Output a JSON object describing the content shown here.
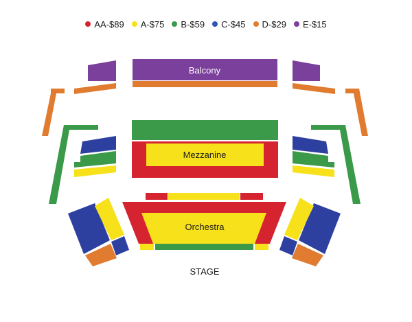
{
  "legend": {
    "items": [
      {
        "label": "AA-$89",
        "color": "#d52330"
      },
      {
        "label": "A-$75",
        "color": "#f7e11a"
      },
      {
        "label": "B-$59",
        "color": "#3a9a4a"
      },
      {
        "label": "C-$45",
        "color": "#2d58b0"
      },
      {
        "label": "D-$29",
        "color": "#e07b30"
      },
      {
        "label": "E-$15",
        "color": "#7b3f9c"
      }
    ]
  },
  "sections": {
    "balcony": "Balcony",
    "mezzanine": "Mezzanine",
    "orchestra": "Orchestra"
  },
  "stage": "STAGE",
  "colors": {
    "AA": "#d52330",
    "A": "#f7e11a",
    "B": "#3a9a4a",
    "C": "#2d40a0",
    "D": "#e07b30",
    "E": "#7b3f9c"
  }
}
